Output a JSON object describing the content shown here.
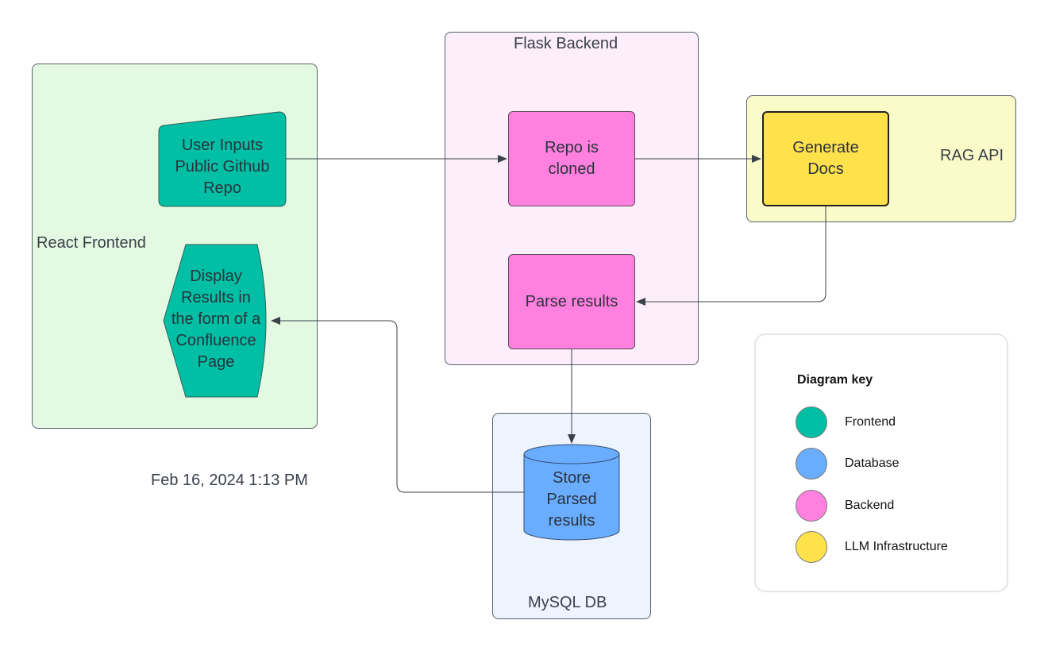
{
  "containers": {
    "frontend": "React Frontend",
    "backend": "Flask Backend",
    "rag": "RAG API",
    "db": "MySQL DB"
  },
  "nodes": {
    "user_inputs": [
      "User Inputs",
      "Public Github",
      "Repo"
    ],
    "display_results": [
      "Display",
      "Results in",
      "the form of a",
      "Confluence",
      "Page"
    ],
    "repo_cloned": [
      "Repo is",
      "cloned"
    ],
    "parse_results": "Parse results",
    "generate_docs": [
      "Generate",
      "Docs"
    ],
    "store_parsed": [
      "Store",
      "Parsed",
      "results"
    ]
  },
  "timestamp": "Feb 16, 2024 1:13 PM",
  "legend": {
    "title": "Diagram key",
    "items": [
      {
        "label": "Frontend",
        "color": "#00bfa5"
      },
      {
        "label": "Database",
        "color": "#6aadff"
      },
      {
        "label": "Backend",
        "color": "#ff80de"
      },
      {
        "label": "LLM Infrastructure",
        "color": "#ffe14b"
      }
    ]
  },
  "colors": {
    "frontend_node": "#00bfa5",
    "database_node": "#6aadff",
    "backend_node": "#ff80de",
    "llm_node": "#ffe14b"
  }
}
